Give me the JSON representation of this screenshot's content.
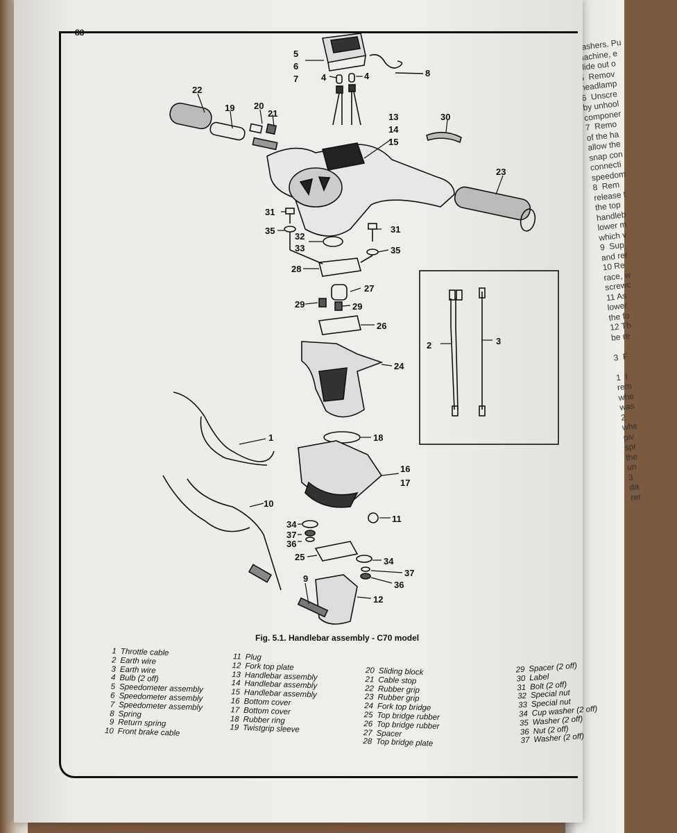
{
  "page_number": "88",
  "figure_caption": "Fig. 5.1. Handlebar assembly - C70 model",
  "legend": [
    [
      {
        "n": "1",
        "label": "Throttle cable"
      },
      {
        "n": "2",
        "label": "Earth wire"
      },
      {
        "n": "3",
        "label": "Earth wire"
      },
      {
        "n": "4",
        "label": "Bulb (2 off)"
      },
      {
        "n": "5",
        "label": "Speedometer assembly"
      },
      {
        "n": "6",
        "label": "Speedometer assembly"
      },
      {
        "n": "7",
        "label": "Speedometer assembly"
      },
      {
        "n": "8",
        "label": "Spring"
      },
      {
        "n": "9",
        "label": "Return spring"
      },
      {
        "n": "10",
        "label": "Front brake cable"
      }
    ],
    [
      {
        "n": "11",
        "label": "Plug"
      },
      {
        "n": "12",
        "label": "Fork top plate"
      },
      {
        "n": "13",
        "label": "Handlebar assembly"
      },
      {
        "n": "14",
        "label": "Handlebar assembly"
      },
      {
        "n": "15",
        "label": "Handlebar assembly"
      },
      {
        "n": "16",
        "label": "Bottom cover"
      },
      {
        "n": "17",
        "label": "Bottom cover"
      },
      {
        "n": "18",
        "label": "Rubber ring"
      },
      {
        "n": "19",
        "label": "Twistgrip sleeve"
      }
    ],
    [
      {
        "n": "20",
        "label": "Sliding block"
      },
      {
        "n": "21",
        "label": "Cable stop"
      },
      {
        "n": "22",
        "label": "Rubber grip"
      },
      {
        "n": "23",
        "label": "Rubber grip"
      },
      {
        "n": "24",
        "label": "Fork top bridge"
      },
      {
        "n": "25",
        "label": "Top bridge rubber"
      },
      {
        "n": "26",
        "label": "Top bridge rubber"
      },
      {
        "n": "27",
        "label": "Spacer"
      },
      {
        "n": "28",
        "label": "Top bridge plate"
      }
    ],
    [
      {
        "n": "29",
        "label": "Spacer (2 off)"
      },
      {
        "n": "30",
        "label": "Label"
      },
      {
        "n": "31",
        "label": "Bolt (2 off)"
      },
      {
        "n": "32",
        "label": "Special nut"
      },
      {
        "n": "33",
        "label": "Special nut"
      },
      {
        "n": "34",
        "label": "Cup washer (2 off)"
      },
      {
        "n": "35",
        "label": "Washer (2 off)"
      },
      {
        "n": "36",
        "label": "Nut (2 off)"
      },
      {
        "n": "37",
        "label": "Washer (2 off)"
      }
    ]
  ],
  "callouts": {
    "c1": "1",
    "c2": "2",
    "c3": "3",
    "c4a": "4",
    "c4b": "4",
    "c5": "5",
    "c6": "6",
    "c7": "7",
    "c8": "8",
    "c9": "9",
    "c10": "10",
    "c11": "11",
    "c12": "12",
    "c13": "13",
    "c14": "14",
    "c15": "15",
    "c16": "16",
    "c17": "17",
    "c18": "18",
    "c19": "19",
    "c20": "20",
    "c21": "21",
    "c22": "22",
    "c23": "23",
    "c24": "24",
    "c25": "25",
    "c26": "26",
    "c27": "27",
    "c28": "28",
    "c29a": "29",
    "c29b": "29",
    "c30": "30",
    "c31a": "31",
    "c31b": "31",
    "c32": "32",
    "c33": "33",
    "c34a": "34",
    "c34b": "34",
    "c35a": "35",
    "c35b": "35",
    "c36a": "36",
    "c36b": "36",
    "c37a": "37",
    "c37b": "37"
  },
  "right_page_text": "washers. Pu\nmachine, e\nslide out o\n5  Remov\nheadlamp\n6  Unscre\nby unhool\ncomponer\n7  Remo\nof the ha\nallow the\nsnap con\nconnecti\nspeedom\n8  Rem\nrelease t\nthe top\nhandleb\nlower m\nwhich v\n9  Sup\nand rer\n10 Re\nrace, w\nscrewc\n11 As\nlower\nthe fo\n12 Th\nbe re\n\n3  F\n\n1  I\nrem\nwhe\nwas\n2\nwhe\npiv\nspr\nthe\nun\n3\nda\nrer"
}
